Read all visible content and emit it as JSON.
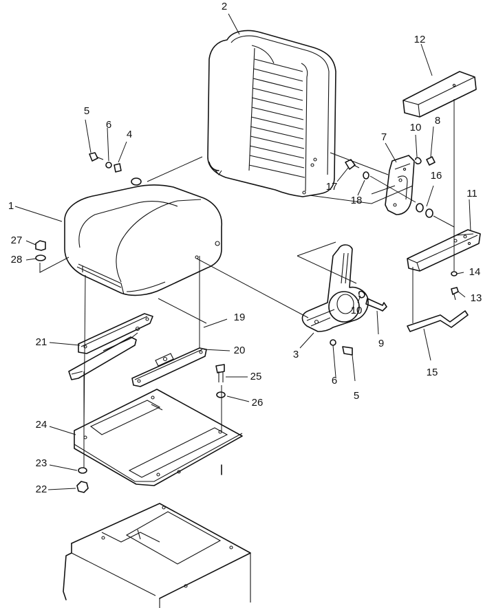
{
  "diagram": {
    "callouts": [
      {
        "id": "1",
        "label": "1"
      },
      {
        "id": "2",
        "label": "2"
      },
      {
        "id": "3",
        "label": "3"
      },
      {
        "id": "4",
        "label": "4"
      },
      {
        "id": "5a",
        "label": "5"
      },
      {
        "id": "5b",
        "label": "5"
      },
      {
        "id": "6a",
        "label": "6"
      },
      {
        "id": "6b",
        "label": "6"
      },
      {
        "id": "7",
        "label": "7"
      },
      {
        "id": "8",
        "label": "8"
      },
      {
        "id": "9",
        "label": "9"
      },
      {
        "id": "10a",
        "label": "10"
      },
      {
        "id": "10b",
        "label": "10"
      },
      {
        "id": "11",
        "label": "11"
      },
      {
        "id": "12",
        "label": "12"
      },
      {
        "id": "13",
        "label": "13"
      },
      {
        "id": "14",
        "label": "14"
      },
      {
        "id": "15",
        "label": "15"
      },
      {
        "id": "16",
        "label": "16"
      },
      {
        "id": "17",
        "label": "17"
      },
      {
        "id": "18",
        "label": "18"
      },
      {
        "id": "19",
        "label": "19"
      },
      {
        "id": "20",
        "label": "20"
      },
      {
        "id": "21",
        "label": "21"
      },
      {
        "id": "22",
        "label": "22"
      },
      {
        "id": "23",
        "label": "23"
      },
      {
        "id": "24",
        "label": "24"
      },
      {
        "id": "25",
        "label": "25"
      },
      {
        "id": "26",
        "label": "26"
      },
      {
        "id": "27",
        "label": "27"
      },
      {
        "id": "28",
        "label": "28"
      }
    ]
  }
}
